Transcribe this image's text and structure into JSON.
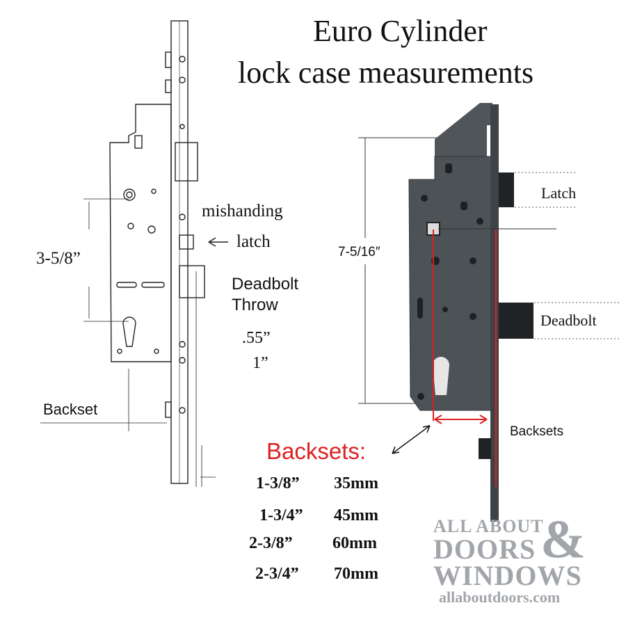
{
  "title": {
    "line1": "Euro Cylinder",
    "line2": "lock case measurements"
  },
  "left_diagram": {
    "spacing_label": "3-5/8”",
    "mishanding_label_line1": "mishanding",
    "latch_label": "latch",
    "deadbolt_throw_line1": "Deadbolt",
    "deadbolt_throw_line2": "Throw",
    "throw_value_1": ".55”",
    "throw_value_2": "1”",
    "backset_label": "Backset"
  },
  "right_diagram": {
    "height_label": "7-5/16″",
    "latch_label": "Latch",
    "deadbolt_label": "Deadbolt",
    "backsets_label": "Backsets"
  },
  "backsets_table": {
    "heading": "Backsets:",
    "rows": [
      {
        "inches": "1-3/8”",
        "mm": "35mm"
      },
      {
        "inches": "1-3/4”",
        "mm": "45mm"
      },
      {
        "inches": "2-3/8”",
        "mm": "60mm"
      },
      {
        "inches": "2-3/4”",
        "mm": "70mm"
      }
    ]
  },
  "logo": {
    "line1": "ALL ABOUT",
    "line2": "DOORS",
    "ampersand": "&",
    "line3": "WINDOWS",
    "url": "allaboutdoors.com"
  },
  "colors": {
    "accent_red": "#dd2020",
    "lock_body": "#4d5257",
    "logo_gray": "#a2a6aa"
  }
}
